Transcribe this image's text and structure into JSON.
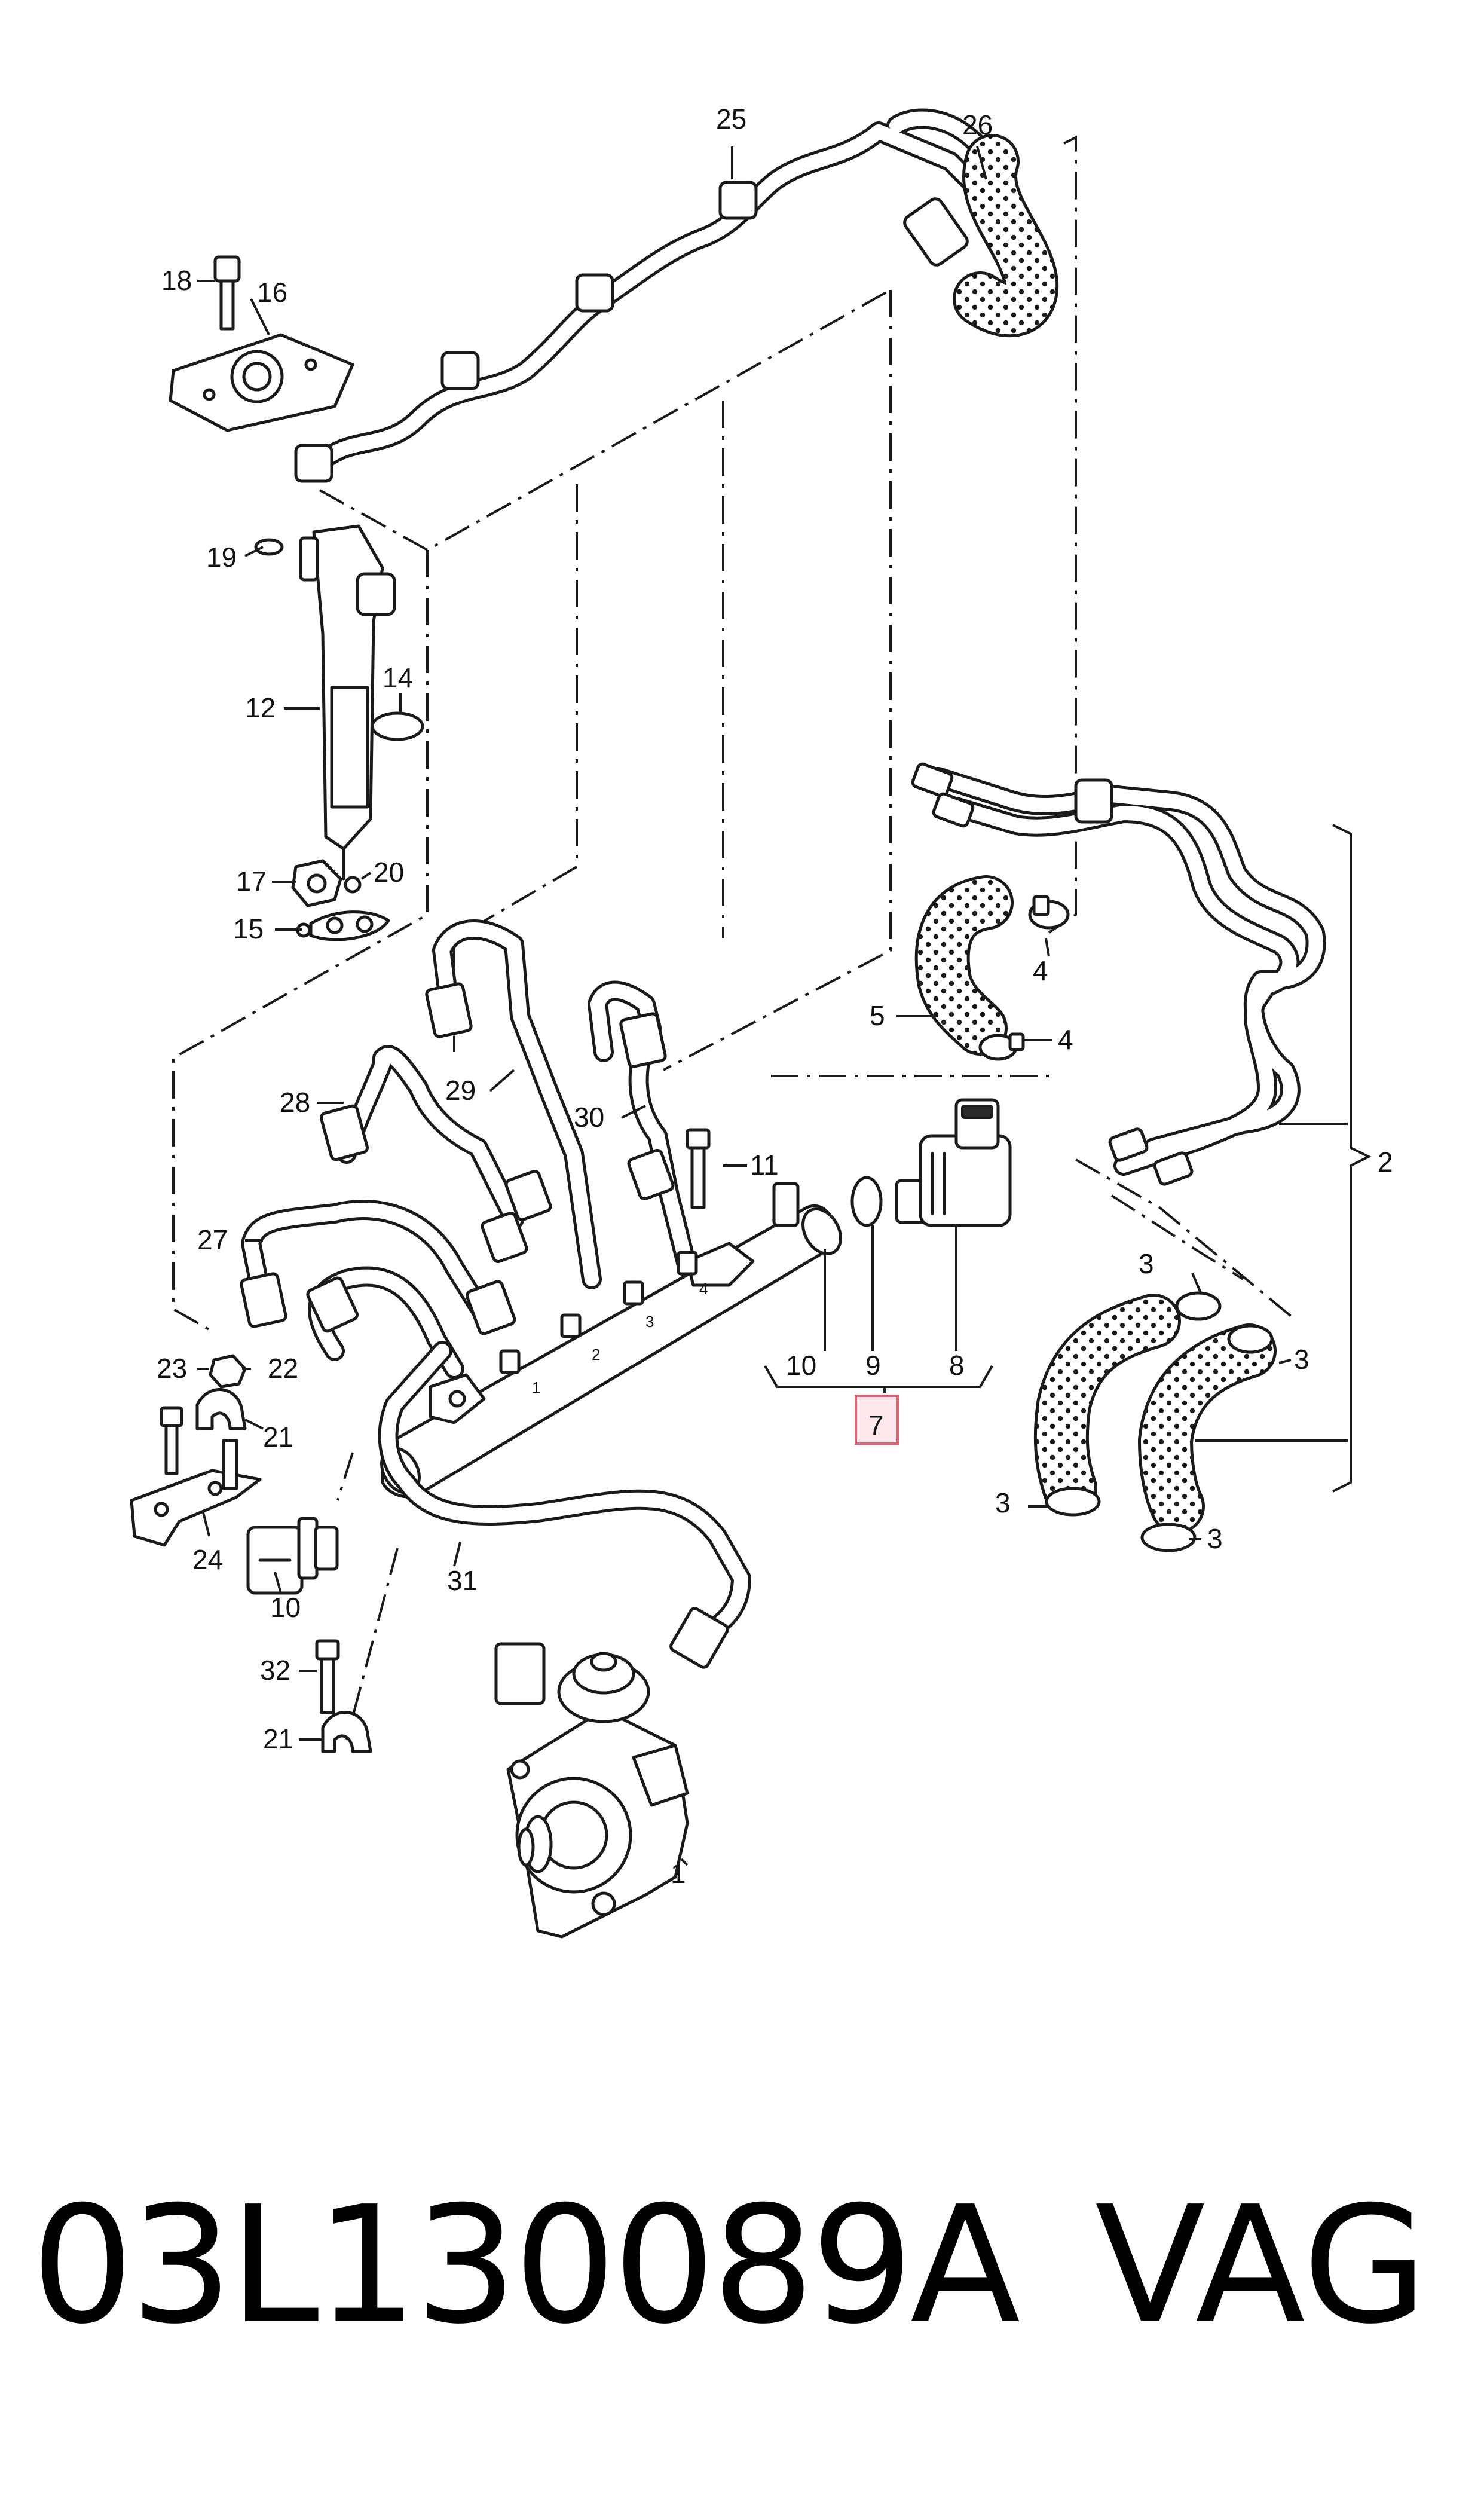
{
  "diagram": {
    "labels": {
      "l1": "1",
      "l2": "2",
      "l3a": "3",
      "l3b": "3",
      "l3c": "3",
      "l3d": "3",
      "l4a": "4",
      "l4b": "4",
      "l5": "5",
      "l7": "7",
      "l8": "8",
      "l9": "9",
      "l10a": "10",
      "l10b": "10",
      "l11": "11",
      "l12": "12",
      "l14": "14",
      "l15": "15",
      "l16": "16",
      "l17": "17",
      "l18": "18",
      "l19": "19",
      "l20": "20",
      "l21a": "21",
      "l21b": "21",
      "l22": "22",
      "l23": "23",
      "l24": "24",
      "l25": "25",
      "l26": "26",
      "l27": "27",
      "l28": "28",
      "l29": "29",
      "l30": "30",
      "l31": "31",
      "l32": "32"
    },
    "cylinder_marks": {
      "c1": "1",
      "c2": "2",
      "c3": "3",
      "c4": "4"
    },
    "highlighted_label": "7",
    "highlight_color": "#fde7ea"
  },
  "caption": {
    "part_number": "03L130089A",
    "brand": "VAG"
  }
}
